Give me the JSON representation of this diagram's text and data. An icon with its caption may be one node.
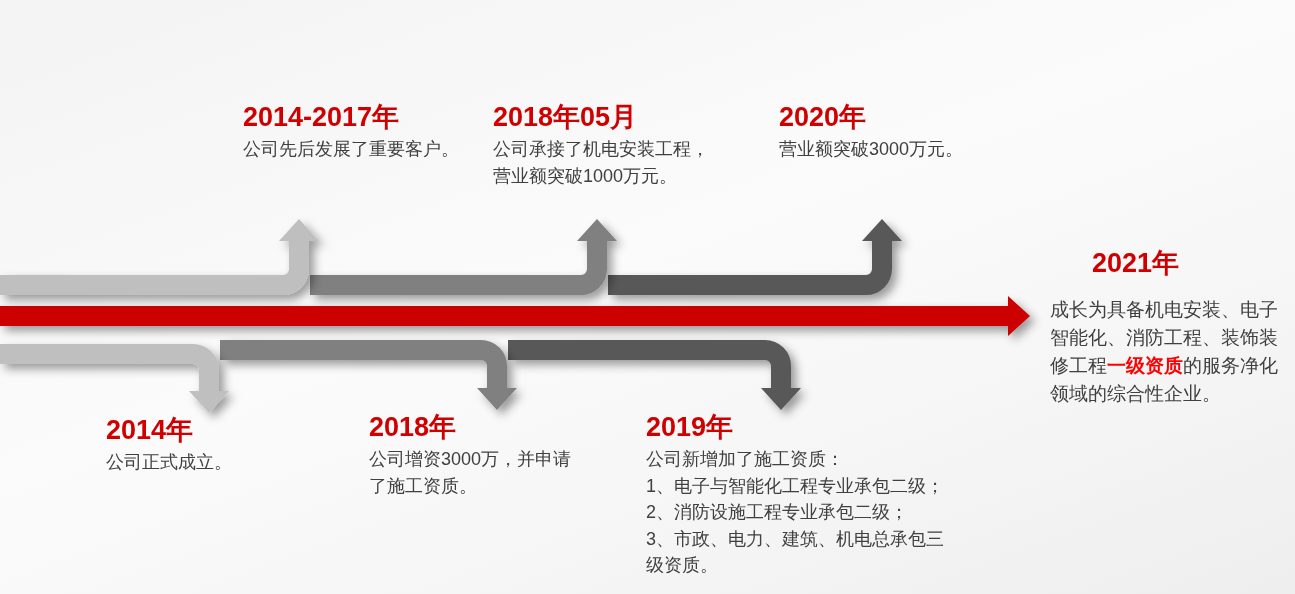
{
  "diagram": {
    "nodes": [
      {
        "text": [
          "2014年",
          "公司正式成立。"
        ]
      },
      {
        "text": [
          "2014-2017年",
          "公司先后发展了重要客户。"
        ]
      },
      {
        "text": [
          "2018年",
          "公司增资3000万，并申请了施工资质。"
        ]
      },
      {
        "text": [
          "2018年05月",
          "公司承接了机电安装工程，营业额突破1000万元。"
        ]
      },
      {
        "text": [
          "2019年",
          "公司新增加了施工资质：",
          "1、电子与智能化工程专业承包二级；",
          "2、消防设施工程专业承包二级；",
          "3、市政、电力、建筑、机电总承包三级资质。"
        ]
      },
      {
        "text": [
          "2020年",
          "营业额突破3000万元。"
        ]
      },
      {
        "text": [
          "2021年",
          "成长为具备机电安装、电子智能化、消防工程、装饰装修工程**一级资质**的服务净化领域的综合性企业。"
        ]
      }
    ],
    "edges": [
      {
        "from": null,
        "to": 0,
        "arrow": "to",
        "color": "#bfbfbf"
      },
      {
        "from": null,
        "to": 1,
        "arrow": "to",
        "color": "#bfbfbf"
      },
      {
        "from": null,
        "to": 2,
        "arrow": "to",
        "color": "#808080"
      },
      {
        "from": null,
        "to": 3,
        "arrow": "to",
        "color": "#808080"
      },
      {
        "from": null,
        "to": 4,
        "arrow": "to",
        "color": "#595959"
      },
      {
        "from": null,
        "to": 5,
        "arrow": "to",
        "color": "#595959"
      },
      {
        "from": null,
        "to": 6,
        "arrow": "to",
        "color": "#cc0000"
      }
    ]
  }
}
